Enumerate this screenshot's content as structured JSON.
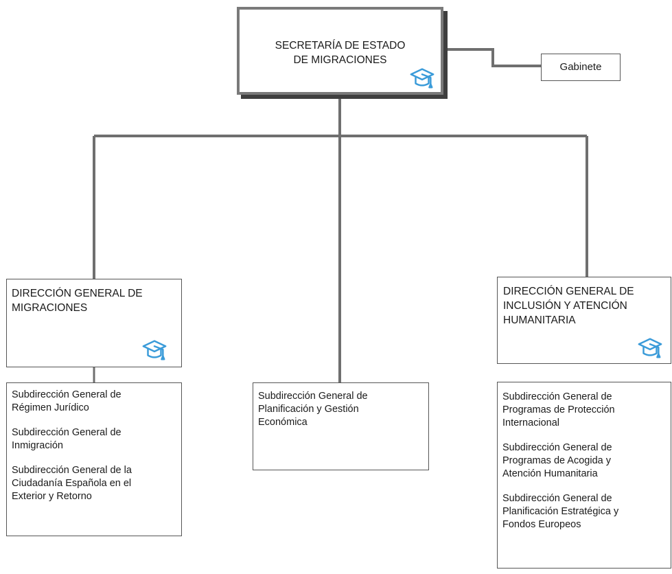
{
  "root": {
    "title_lines": [
      "SECRETARÍA DE ESTADO",
      "DE MIGRACIONES"
    ],
    "icon": "graduation-cap-icon"
  },
  "gabinete": {
    "label": "Gabinete"
  },
  "dg_migraciones": {
    "title_lines": [
      "DIRECCIÓN GENERAL DE",
      "MIGRACIONES"
    ],
    "icon": "graduation-cap-icon",
    "subunits": [
      {
        "lines": [
          "Subdirección General de",
          "Régimen Jurídico"
        ]
      },
      {
        "lines": [
          "Subdirección General de",
          "Inmigración"
        ]
      },
      {
        "lines": [
          "Subdirección General de la",
          "Ciudadanía Española en el",
          "Exterior y Retorno"
        ]
      }
    ]
  },
  "center_unit": {
    "lines": [
      "Subdirección General de",
      "Planificación y Gestión",
      "Económica"
    ]
  },
  "dg_inclusion": {
    "title_lines": [
      "DIRECCIÓN GENERAL DE",
      "INCLUSIÓN Y ATENCIÓN",
      "HUMANITARIA"
    ],
    "icon": "graduation-cap-icon",
    "subunits": [
      {
        "lines": [
          "Subdirección General de",
          "Programas de Protección",
          "Internacional"
        ]
      },
      {
        "lines": [
          "Subdirección General de",
          "Programas de Acogida y",
          "Atención Humanitaria"
        ]
      },
      {
        "lines": [
          "Subdirección General de",
          "Planificación Estratégica y",
          "Fondos Europeos"
        ]
      }
    ]
  },
  "colors": {
    "connector": "#6f6f6f",
    "root_border": "#7a7a7a",
    "root_shadow": "#3f3f3f",
    "box_border": "#555555",
    "icon": "#3a9bd9"
  }
}
